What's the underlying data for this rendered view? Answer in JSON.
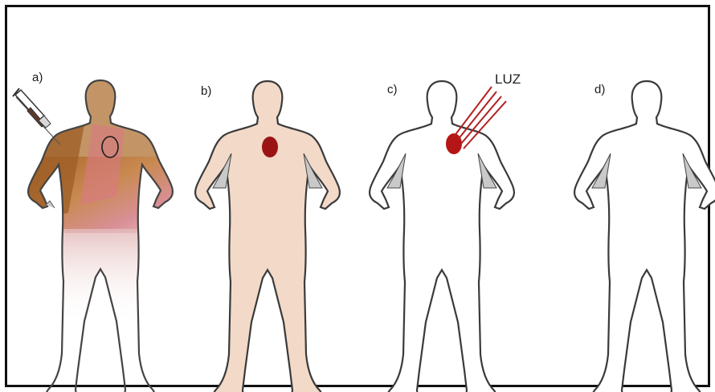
{
  "panels": [
    {
      "label": "a)"
    },
    {
      "label": "b)"
    },
    {
      "label": "c)",
      "annotation": "LUZ"
    },
    {
      "label": "d)"
    }
  ],
  "colors": {
    "outline": "#3a3a3a",
    "skin": "#f2d9c8",
    "lesion": "#9b1414",
    "light_rays": "#b32020",
    "armpit": "#c9c9c9",
    "tattoo_brown": "#b06a2c",
    "tattoo_pink": "#d98f96"
  }
}
